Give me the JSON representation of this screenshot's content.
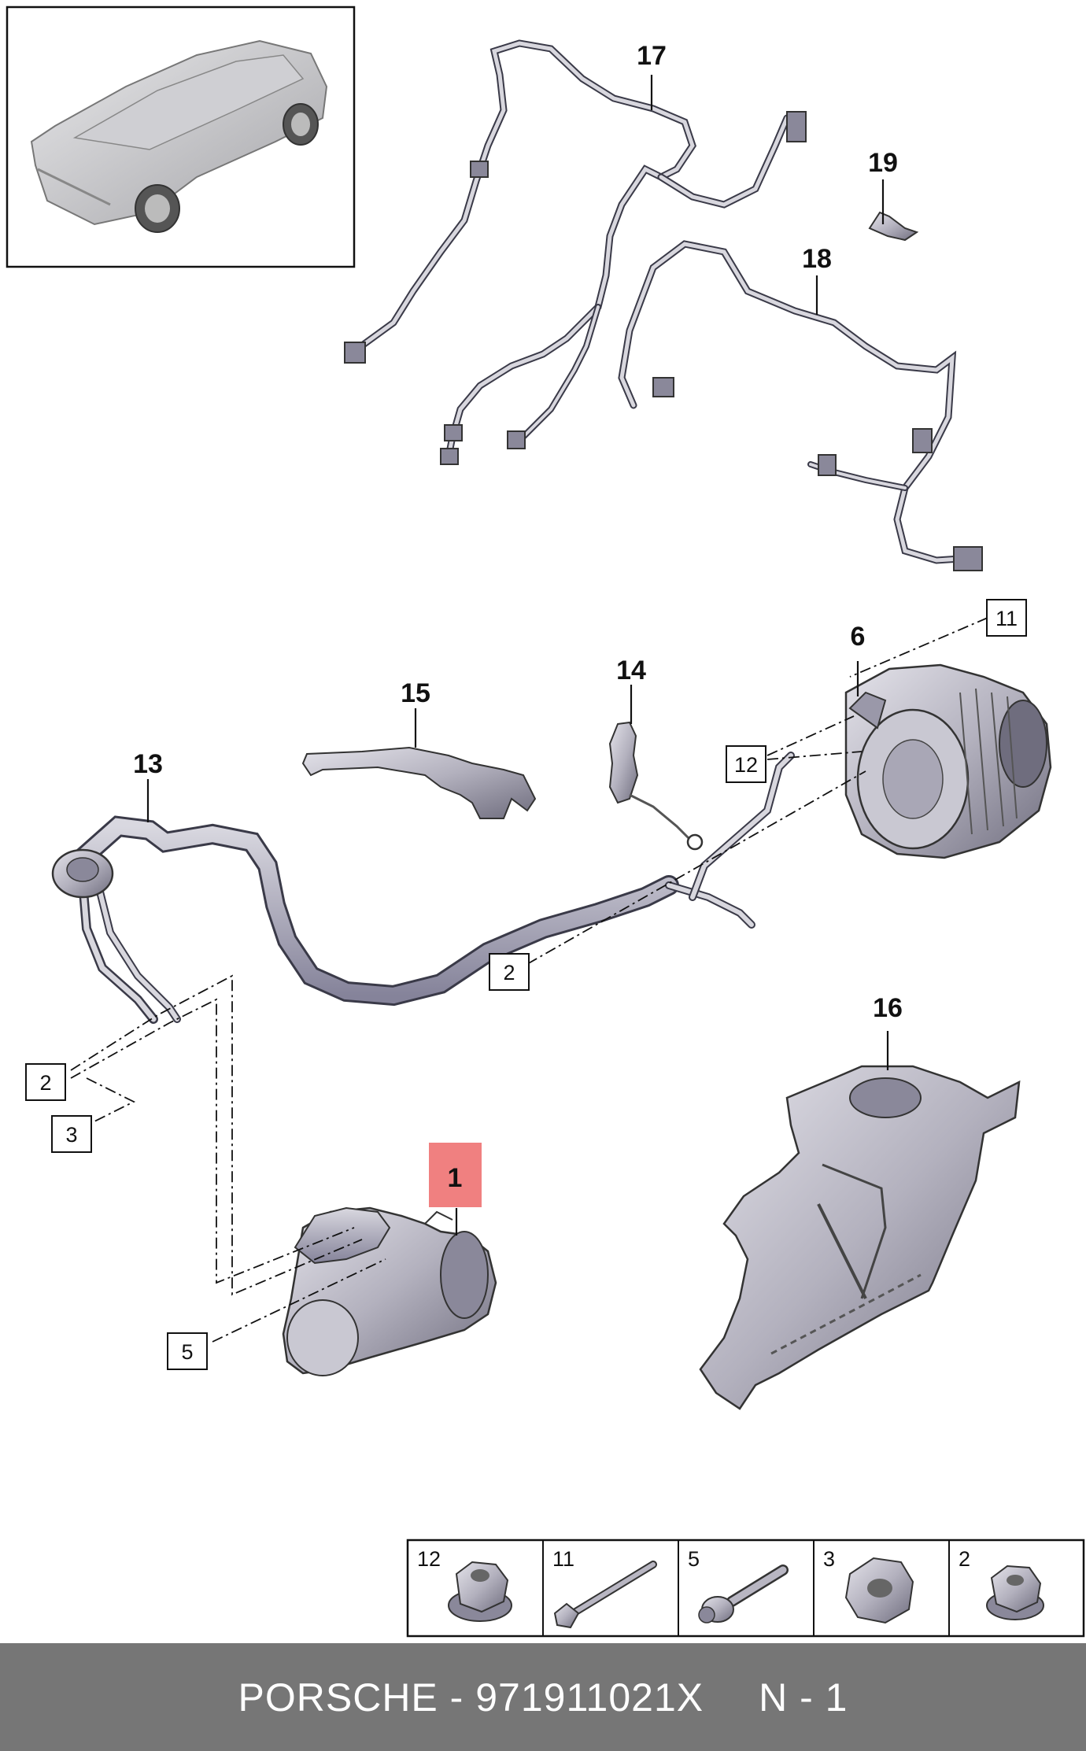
{
  "callouts": {
    "c1": "1",
    "c6": "6",
    "c13": "13",
    "c14": "14",
    "c15": "15",
    "c16": "16",
    "c17": "17",
    "c18": "18",
    "c19": "19"
  },
  "boxes": {
    "b11": "11",
    "b12": "12",
    "b2a": "2",
    "b2b": "2",
    "b3": "3",
    "b5": "5"
  },
  "fasteners": [
    {
      "num": "12",
      "icon": "flange-nut-icon"
    },
    {
      "num": "11",
      "icon": "long-bolt-icon"
    },
    {
      "num": "5",
      "icon": "bolt-icon"
    },
    {
      "num": "3",
      "icon": "hex-nut-icon"
    },
    {
      "num": "2",
      "icon": "flange-nut-icon"
    }
  ],
  "colors": {
    "highlight": "#f08080",
    "part_fill": "#b8b6c2",
    "part_stroke": "#3a3a48",
    "footer_bg": "#767676"
  },
  "footer": {
    "title": "PORSCHE - 971911021X",
    "page": "N - 1"
  }
}
